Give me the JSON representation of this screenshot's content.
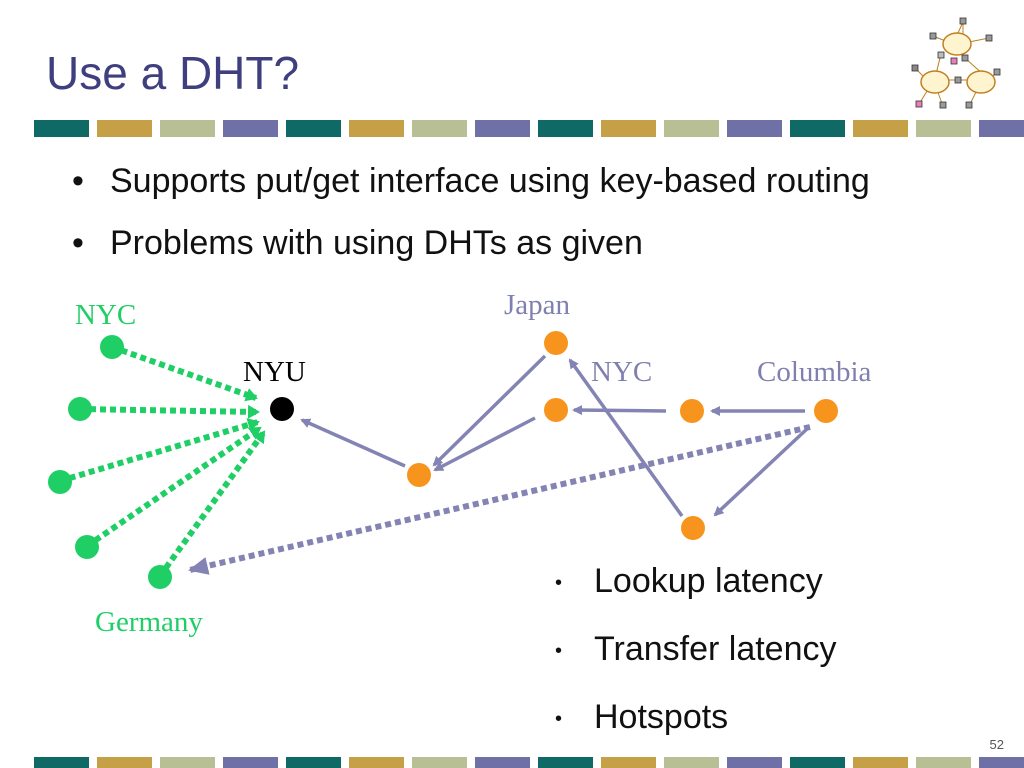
{
  "slide": {
    "title": "Use a DHT?",
    "page_number": "52"
  },
  "bullets": [
    "Supports put/get interface using key-based routing",
    "Problems with using DHTs as given"
  ],
  "sub_bullets": [
    "Lookup latency",
    "Transfer latency",
    "Hotspots"
  ],
  "diagram_labels": {
    "nyc_green": "NYC",
    "nyu": "NYU",
    "germany": "Germany",
    "japan": "Japan",
    "nyc_purple": "NYC",
    "columbia": "Columbia"
  },
  "colors": {
    "title": "#3f3f7f",
    "green": "#1fcf66",
    "orange": "#f7941d",
    "purple_arrow": "#8484b4",
    "label_purple": "#8080b0",
    "teal": "#0f6a66",
    "gold": "#c5a046",
    "sage": "#b9bf94",
    "slate": "#6f70a6"
  }
}
